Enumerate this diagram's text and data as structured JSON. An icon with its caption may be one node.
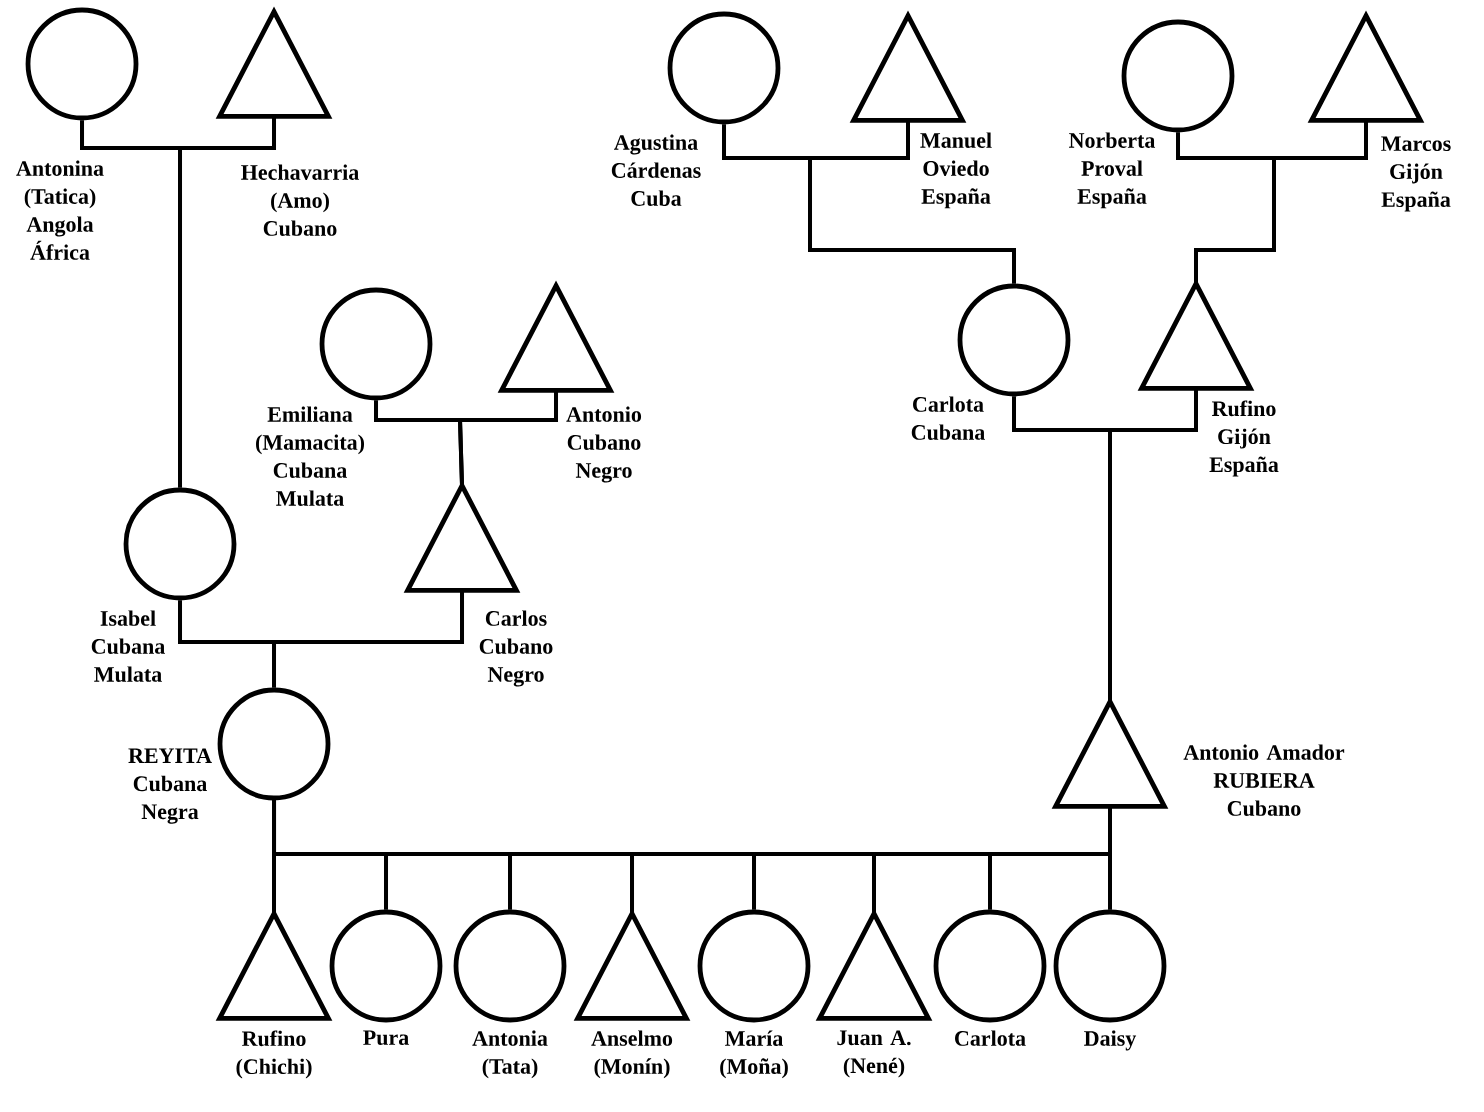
{
  "diagram": {
    "nodes": [
      {
        "text": [],
        "shape": "circle",
        "beside": [
          "Antonina (Tatica) Angola África"
        ]
      },
      {
        "text": [],
        "shape": "triangle",
        "beside": [
          "Hechavarria (Amo) Cubano"
        ]
      },
      {
        "text": [],
        "shape": "circle",
        "beside": [
          "Agustina Cárdenas Cuba"
        ]
      },
      {
        "text": [],
        "shape": "triangle",
        "beside": [
          "Manuel Oviedo España"
        ]
      },
      {
        "text": [],
        "shape": "circle",
        "beside": [
          "Norberta Proval España"
        ]
      },
      {
        "text": [],
        "shape": "triangle",
        "beside": [
          "Marcos Gijón España"
        ]
      },
      {
        "text": [],
        "shape": "circle",
        "beside": [
          "Emiliana (Mamacita) Cubana Mulata"
        ]
      },
      {
        "text": [],
        "shape": "triangle",
        "beside": [
          "Antonio Cubano Negro"
        ]
      },
      {
        "text": [],
        "shape": "circle",
        "beside": [
          "Carlota Cubana"
        ]
      },
      {
        "text": [],
        "shape": "triangle",
        "beside": [
          "Rufino Gijón España"
        ]
      },
      {
        "text": [],
        "shape": "circle",
        "beside": [
          "Isabel Cubana Mulata"
        ]
      },
      {
        "text": [],
        "shape": "triangle",
        "beside": [
          "Carlos Cubano Negro"
        ]
      },
      {
        "text": [],
        "shape": "circle",
        "beside": [
          "REYITA Cubana Negra"
        ]
      },
      {
        "text": [],
        "shape": "triangle",
        "beside": [
          "Antonio Amador RUBIERA Cubano"
        ]
      },
      {
        "text": [],
        "shape": "triangle",
        "beside": [
          "Rufino (Chichi)"
        ]
      },
      {
        "text": [],
        "shape": "circle",
        "beside": [
          "Pura"
        ]
      },
      {
        "text": [],
        "shape": "circle",
        "beside": [
          "Antonia (Tata)"
        ]
      },
      {
        "text": [],
        "shape": "triangle",
        "beside": [
          "Anselmo (Monín)"
        ]
      },
      {
        "text": [],
        "shape": "circle",
        "beside": [
          "María (Moña)"
        ]
      },
      {
        "text": [],
        "shape": "triangle",
        "beside": [
          "Juan A. (Nené)"
        ]
      },
      {
        "text": [],
        "shape": "circle",
        "beside": [
          "Carlota"
        ]
      },
      {
        "text": [],
        "shape": "circle",
        "beside": [
          "Daisy"
        ]
      }
    ],
    "edges": [
      {
        "from": 0,
        "to": 1,
        "arrow": "none"
      },
      {
        "from": 0,
        "to": 10,
        "arrow": "none"
      },
      {
        "from": 1,
        "to": 10,
        "arrow": "none"
      },
      {
        "from": 2,
        "to": 3,
        "arrow": "none"
      },
      {
        "from": 2,
        "to": 8,
        "arrow": "none"
      },
      {
        "from": 3,
        "to": 8,
        "arrow": "none"
      },
      {
        "from": 4,
        "to": 5,
        "arrow": "none"
      },
      {
        "from": 4,
        "to": 9,
        "arrow": "none"
      },
      {
        "from": 5,
        "to": 9,
        "arrow": "none"
      },
      {
        "from": 6,
        "to": 7,
        "arrow": "none"
      },
      {
        "from": 6,
        "to": 11,
        "arrow": "none"
      },
      {
        "from": 7,
        "to": 11,
        "arrow": "none"
      },
      {
        "from": 10,
        "to": 11,
        "arrow": "none"
      },
      {
        "from": 10,
        "to": 12,
        "arrow": "none"
      },
      {
        "from": 11,
        "to": 12,
        "arrow": "none"
      },
      {
        "from": 8,
        "to": 9,
        "arrow": "none"
      },
      {
        "from": 8,
        "to": 13,
        "arrow": "none"
      },
      {
        "from": 9,
        "to": 13,
        "arrow": "none"
      },
      {
        "from": 12,
        "to": 13,
        "arrow": "none"
      },
      {
        "from": 12,
        "to": 14,
        "arrow": "none"
      },
      {
        "from": 13,
        "to": 14,
        "arrow": "none"
      },
      {
        "from": 12,
        "to": 15,
        "arrow": "none"
      },
      {
        "from": 13,
        "to": 15,
        "arrow": "none"
      },
      {
        "from": 12,
        "to": 16,
        "arrow": "none"
      },
      {
        "from": 13,
        "to": 16,
        "arrow": "none"
      },
      {
        "from": 12,
        "to": 17,
        "arrow": "none"
      },
      {
        "from": 13,
        "to": 17,
        "arrow": "none"
      },
      {
        "from": 12,
        "to": 18,
        "arrow": "none"
      },
      {
        "from": 13,
        "to": 18,
        "arrow": "none"
      },
      {
        "from": 12,
        "to": 19,
        "arrow": "none"
      },
      {
        "from": 13,
        "to": 19,
        "arrow": "none"
      },
      {
        "from": 12,
        "to": 20,
        "arrow": "none"
      },
      {
        "from": 13,
        "to": 20,
        "arrow": "none"
      },
      {
        "from": 12,
        "to": 21,
        "arrow": "none"
      },
      {
        "from": 13,
        "to": 21,
        "arrow": "none"
      }
    ]
  }
}
